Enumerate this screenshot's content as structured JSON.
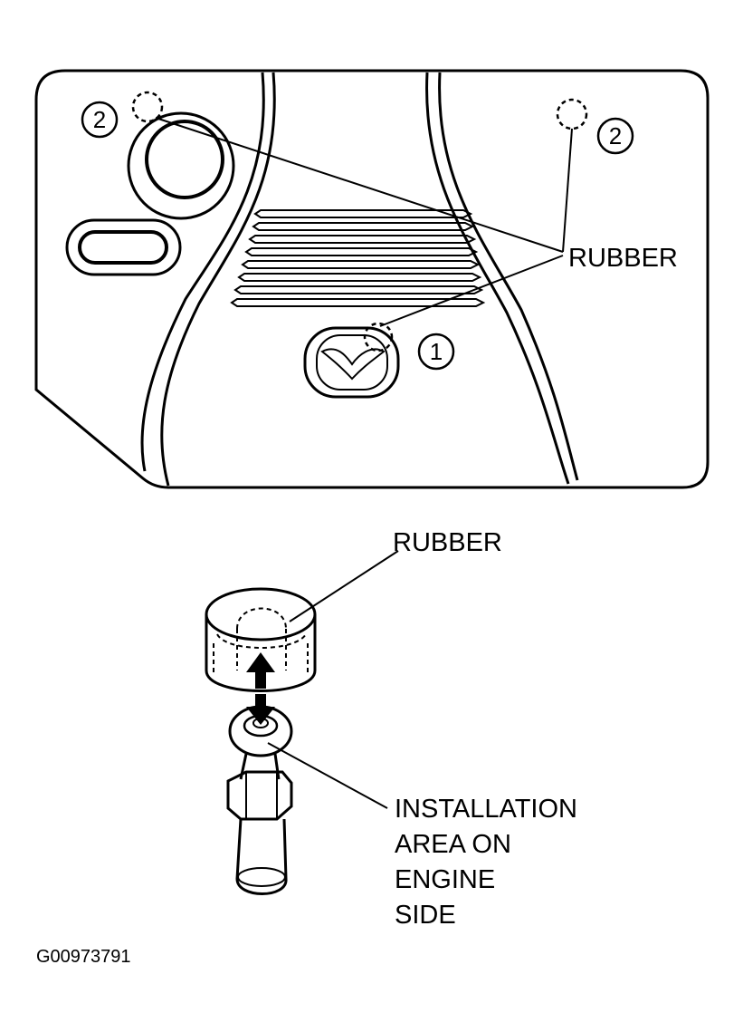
{
  "labels": {
    "rubber_top": "RUBBER",
    "rubber_bottom": "RUBBER",
    "callout_1": "1",
    "callout_2_left": "2",
    "callout_2_right": "2",
    "installation_lines": [
      "INSTALLATION",
      "AREA ON",
      "ENGINE",
      "SIDE"
    ],
    "figure_id": "G00973791"
  },
  "colors": {
    "ink": "#000000",
    "paper": "#ffffff"
  }
}
